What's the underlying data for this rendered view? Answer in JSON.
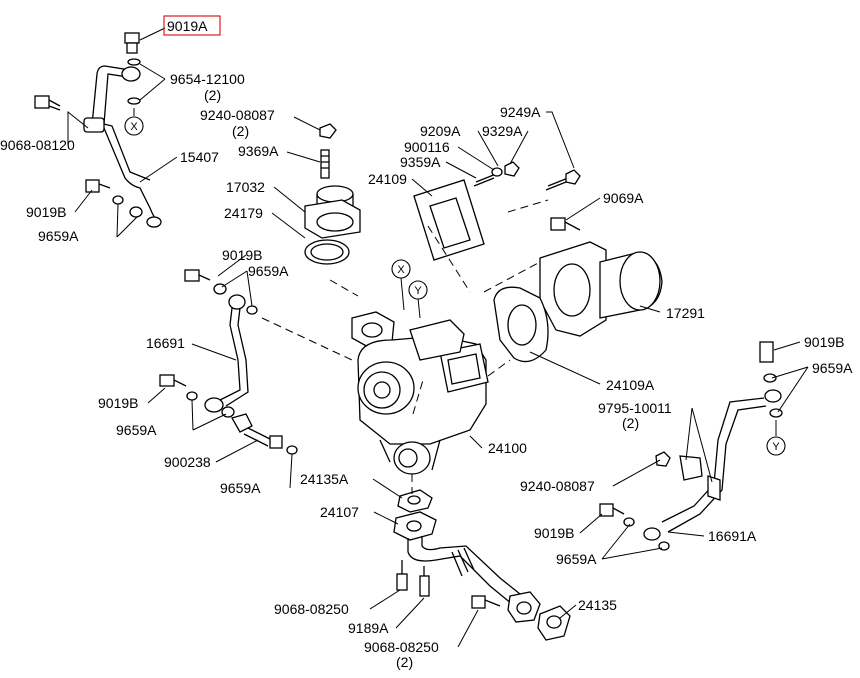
{
  "highlighted_part": "9019A",
  "labels": {
    "p9019a": "9019A",
    "p9654": "9654-12100",
    "p9654_qty": "(2)",
    "p9068_08120": "9068-08120",
    "p9240_top": "9240-08087",
    "p9240_top_qty": "(2)",
    "p9369a": "9369A",
    "p15407": "15407",
    "p17032": "17032",
    "p24179": "24179",
    "p9019b_left_top": "9019B",
    "p9659a_left_top": "9659A",
    "p9019b_left": "9019B",
    "p9659a_left": "9659A",
    "p16691": "16691",
    "p9019b_mid": "9019B",
    "p9659a_mid": "9659A",
    "p900238": "900238",
    "p9659a_low": "9659A",
    "p9249a": "9249A",
    "p9209a": "9209A",
    "p9329a": "9329A",
    "p900116": "900116",
    "p9359a": "9359A",
    "p24109": "24109",
    "p9069a": "9069A",
    "p17291": "17291",
    "p24109a": "24109A",
    "p9795": "9795-10011",
    "p9795_qty": "(2)",
    "p24100": "24100",
    "p9019b_right": "9019B",
    "p9659a_right": "9659A",
    "p24135a": "24135A",
    "p9240_right": "9240-08087",
    "p24107": "24107",
    "p9019b_lowright": "9019B",
    "p16691a": "16691A",
    "p9659a_lowright": "9659A",
    "p24135": "24135",
    "p9068_08250_a": "9068-08250",
    "p9189a": "9189A",
    "p9068_08250_b": "9068-08250",
    "p9068_08250_b_qty": "(2)"
  },
  "markers": {
    "x_top": "X",
    "x_turbo": "X",
    "y_turbo": "Y",
    "y_right": "Y"
  }
}
